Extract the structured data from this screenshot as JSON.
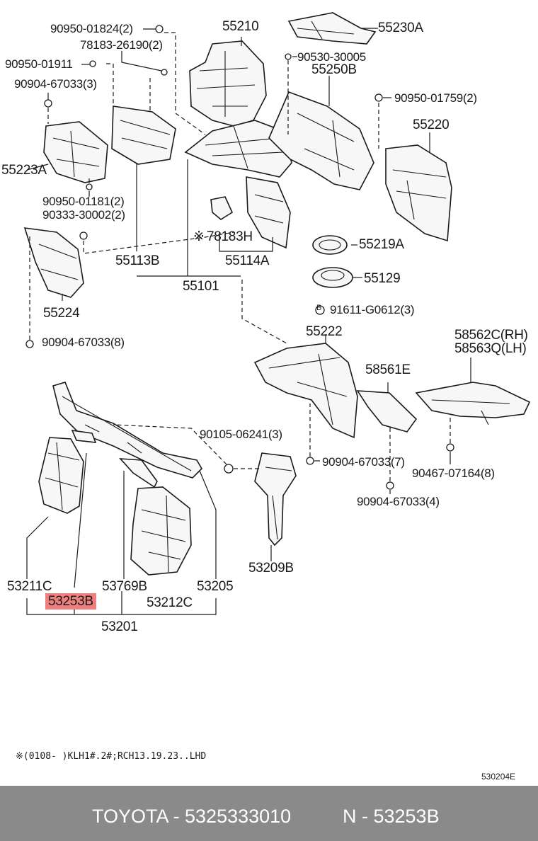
{
  "labels": {
    "l1": "90950-01824(2)",
    "l2": "55210",
    "l3": "55230A",
    "l4": "78183-26190(2)",
    "l5": "90950-01911",
    "l6": "90530-30005",
    "l7": "55250B",
    "l8": "90904-67033(3)",
    "l9": "90950-01759(2)",
    "l10": "55220",
    "l11": "55223A",
    "l12": "90950-01181(2)",
    "l13": "90333-30002(2)",
    "l14": "78183H",
    "l15": "55219A",
    "l16": "55113B",
    "l17": "55114A",
    "l18": "55129",
    "l19": "55101",
    "l20": "55224",
    "l21": "91611-G0612(3)",
    "l22": "90904-67033(8)",
    "l23": "55222",
    "l24": "58562C(RH)",
    "l25": "58563Q(LH)",
    "l26": "58561E",
    "l27": "90105-06241(3)",
    "l28": "90904-67033(7)",
    "l29": "90467-07164(8)",
    "l30": "90904-67033(4)",
    "l31": "53209B",
    "l32": "53211C",
    "l33": "53253B",
    "l34": "53769B",
    "l35": "53205",
    "l36": "53212C",
    "l37": "53201"
  },
  "marks": {
    "ref": "※",
    "bolt_letter": "B"
  },
  "note": "※(0108-    )KLH1#.2#;RCH13.19.23..LHD",
  "drawing_code": "530204E",
  "footer": {
    "brand_part": "TOYOTA - 5325333010",
    "ref_part": "N - 53253B"
  },
  "colors": {
    "highlight": "#ef7f7f",
    "footer_bg": "#8a8a8a",
    "footer_text": "#ffffff"
  },
  "highlighted_part": "53253B"
}
